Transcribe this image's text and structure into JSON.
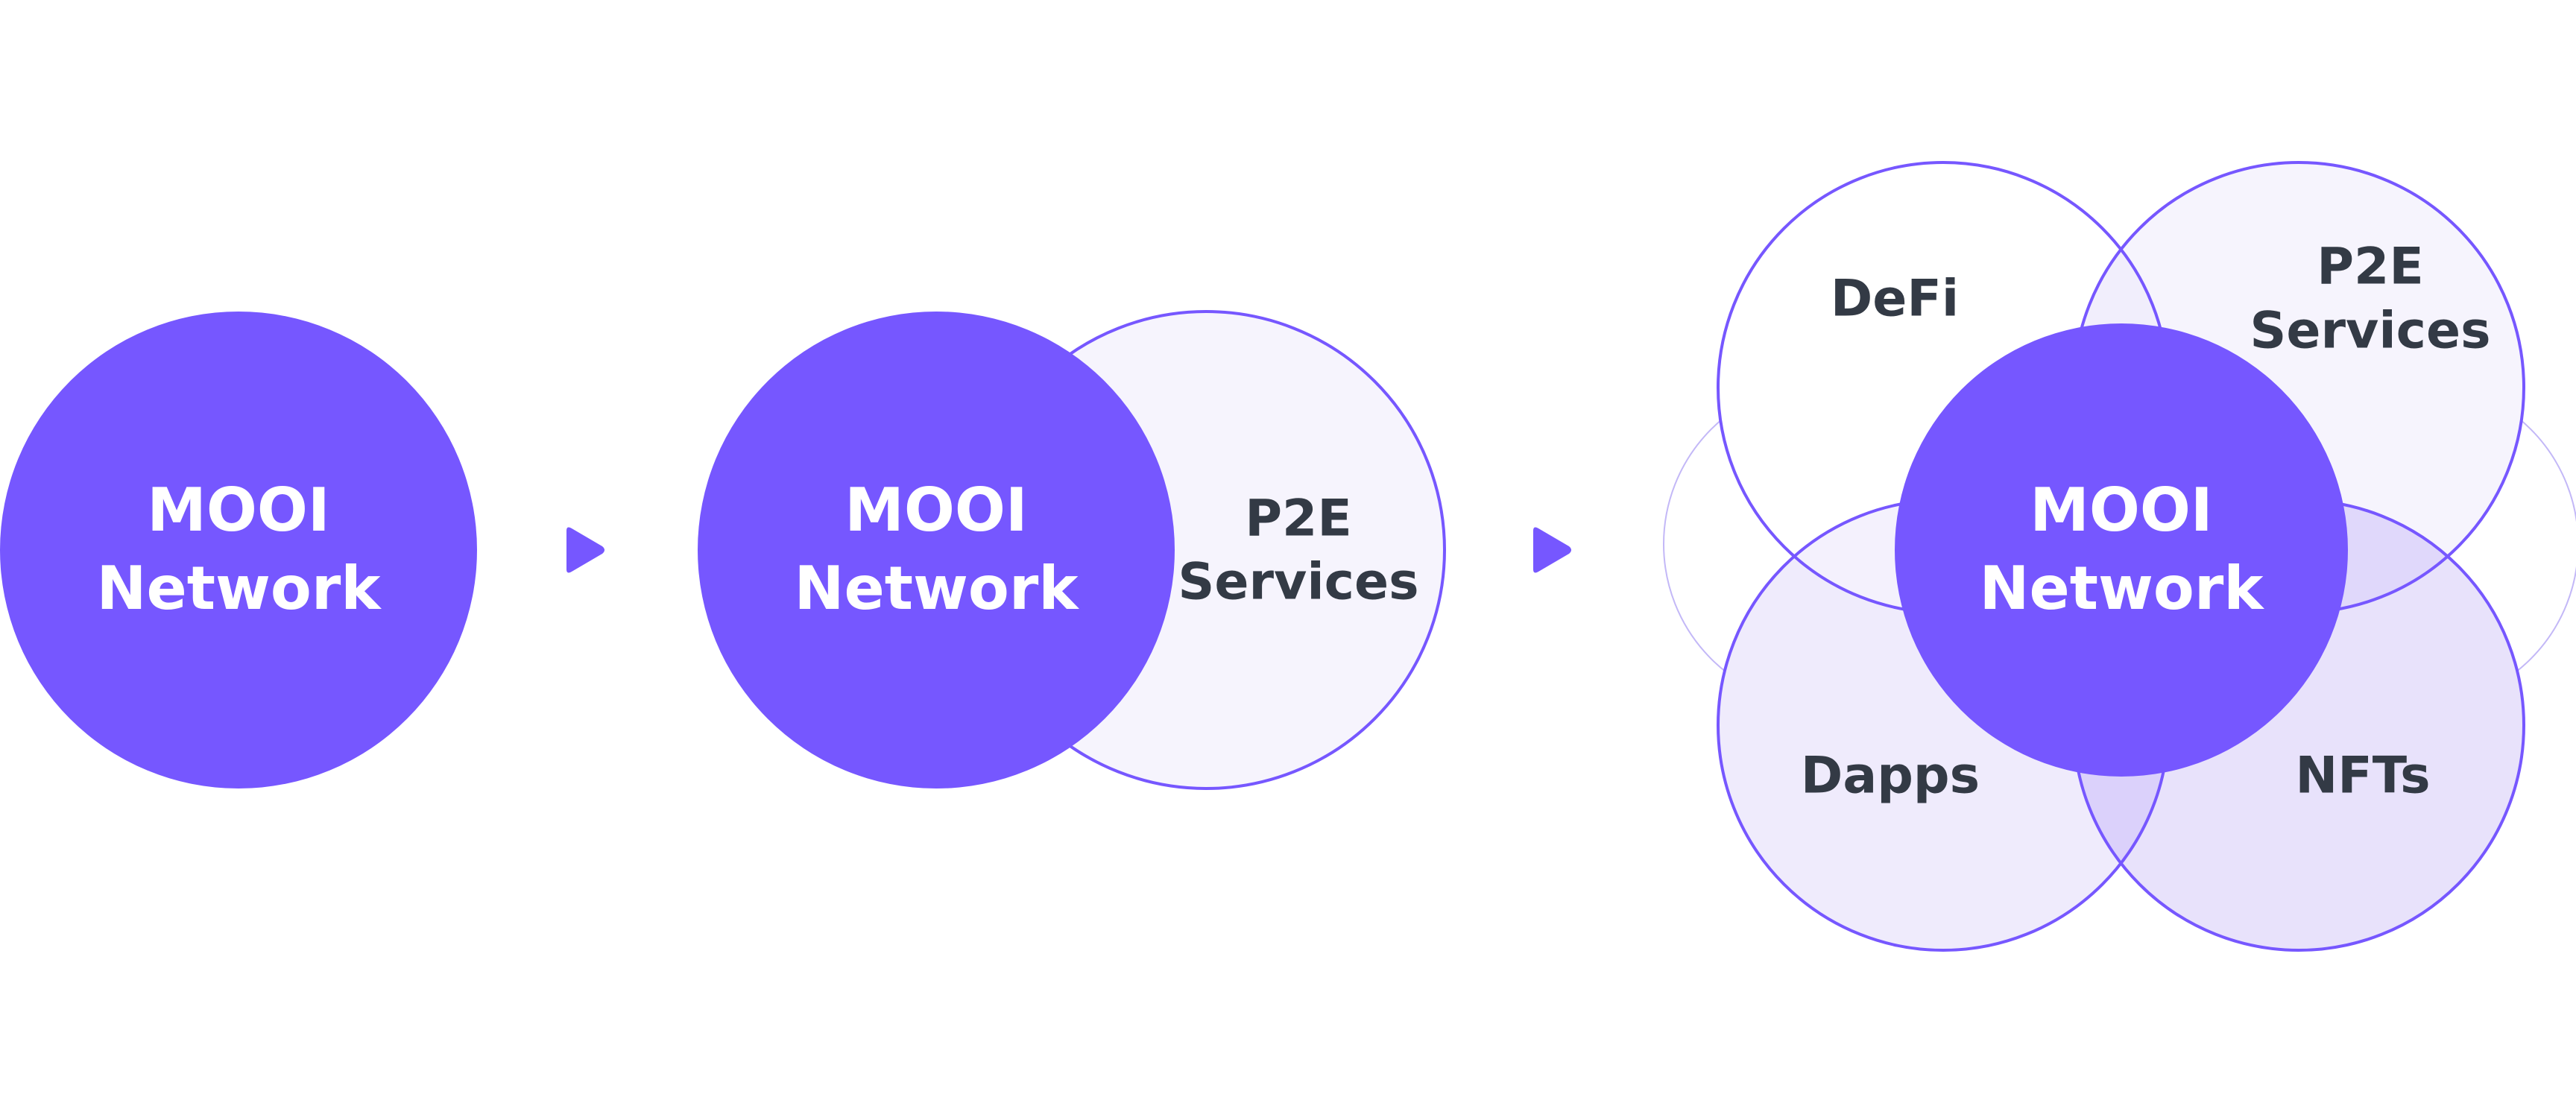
{
  "colors": {
    "primary": "#7657FF",
    "outline": "#7657FF",
    "light_fill": "#F6F4FD",
    "dapps_fill": "#EFEBFC",
    "nfts_fill": "#E8E2FB",
    "overlap_fill": "#DBD1FB",
    "text_dark": "#333A45",
    "text_light": "#FFFFFF"
  },
  "stage1": {
    "core_line1": "MOOI",
    "core_line2": "Network"
  },
  "stage2": {
    "core_line1": "MOOI",
    "core_line2": "Network",
    "service_line1": "P2E",
    "service_line2": "Services"
  },
  "stage3": {
    "core_line1": "MOOI",
    "core_line2": "Network",
    "defi": "DeFi",
    "p2e_line1": "P2E",
    "p2e_line2": "Services",
    "dapps": "Dapps",
    "nfts": "NFTs"
  },
  "arrows": [
    {
      "icon": "arrow-right-icon"
    },
    {
      "icon": "arrow-right-icon"
    }
  ]
}
